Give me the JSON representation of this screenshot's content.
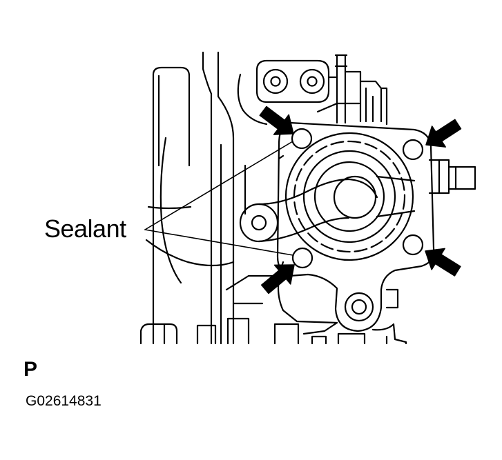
{
  "callout": {
    "text": "Sealant"
  },
  "view_letter": "P",
  "figure_code": "G02614831",
  "colors": {
    "ink": "#000000",
    "paper": "#ffffff"
  },
  "icons": [
    "arrow-icon"
  ]
}
